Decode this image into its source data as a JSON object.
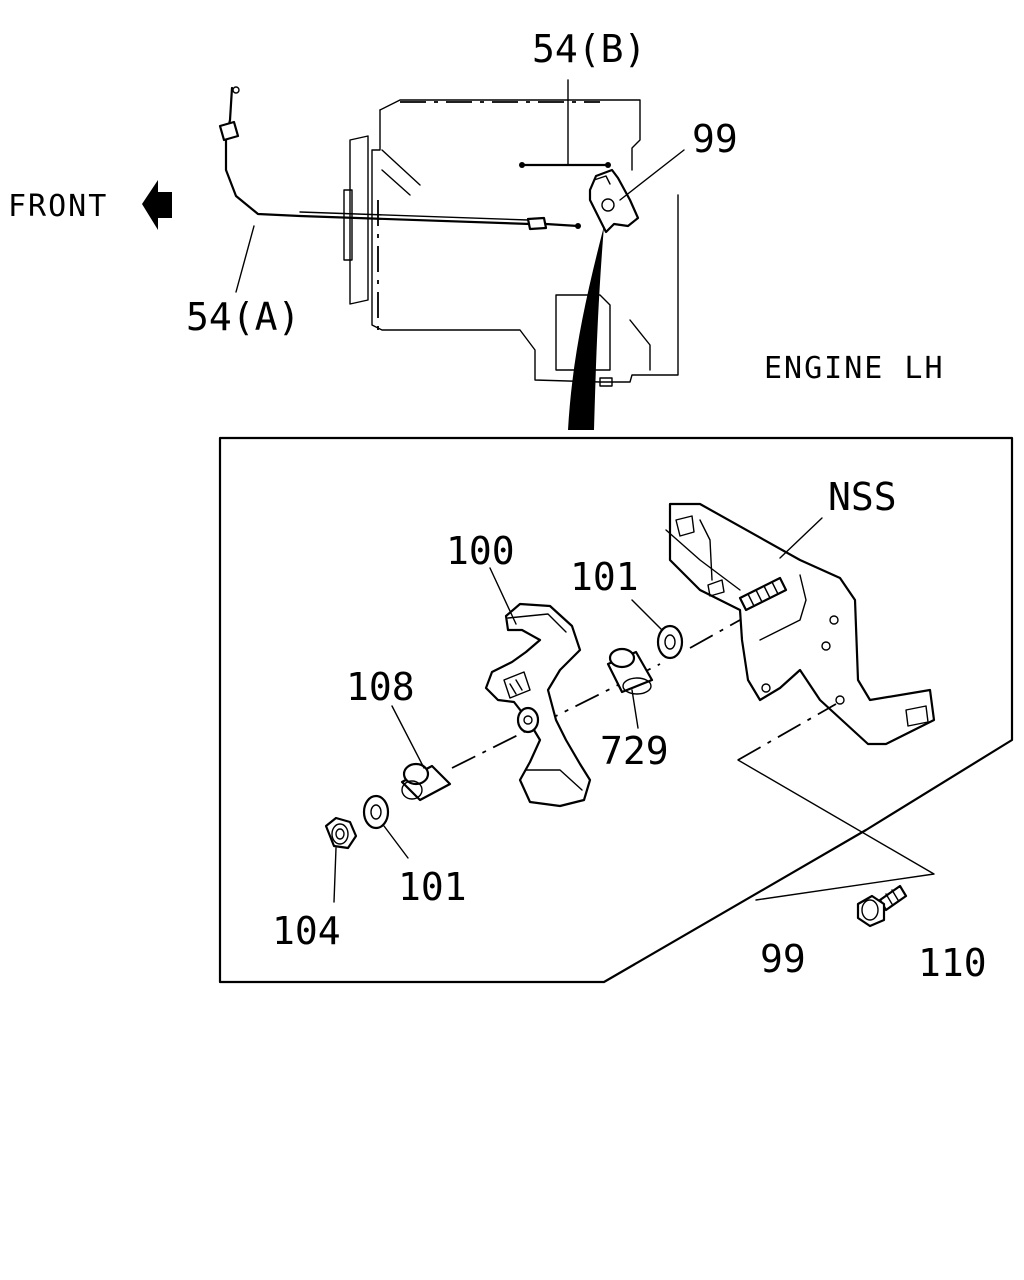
{
  "direction": {
    "label": "FRONT",
    "icon": "arrow-left-icon"
  },
  "view_label": "ENGINE LH",
  "callouts": {
    "cable_a": "54(A)",
    "cable_b": "54(B)",
    "assembly_top": "99",
    "bracket_nss": "NSS",
    "lever": "100",
    "washer_upper": "101",
    "collar_108": "108",
    "collar_729": "729",
    "washer_lower": "101",
    "nut": "104",
    "assembly_bottom": "99",
    "bolt": "110"
  }
}
